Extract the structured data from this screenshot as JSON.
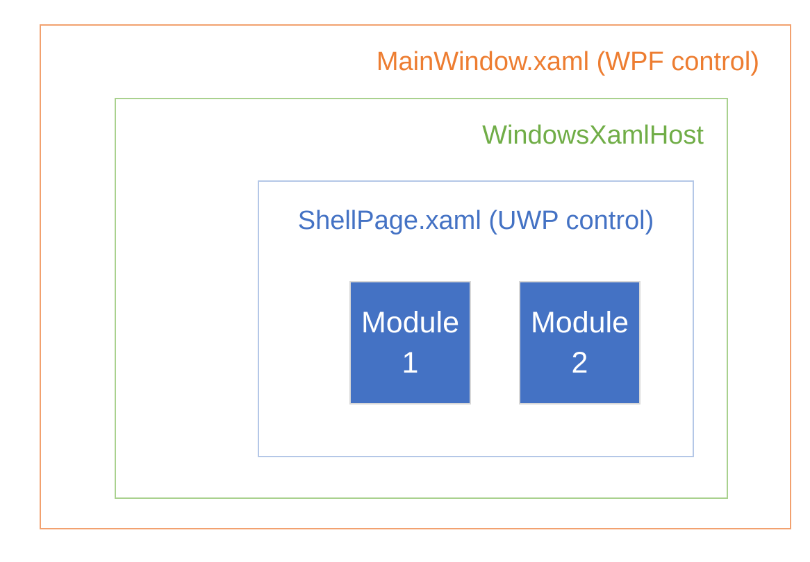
{
  "colors": {
    "canvas-bg": "#FFFFFF",
    "orange-border": "#F2A16F",
    "orange-text": "#ED7D31",
    "green-border": "#A9D18E",
    "green-text": "#70AD47",
    "blue-border": "#B4C7E7",
    "blue-text": "#4472C4",
    "module-fill": "#4472C4",
    "module-border": "#D7D7D7",
    "module-text": "#FFFFFF"
  },
  "diagram": {
    "mainwindow": {
      "label": "MainWindow.xaml (WPF control)"
    },
    "xamlhost": {
      "label": "WindowsXamlHost"
    },
    "shellpage": {
      "label": "ShellPage.xaml (UWP control)"
    },
    "modules": [
      {
        "lines": [
          "Module",
          "1"
        ]
      },
      {
        "lines": [
          "Module",
          "2"
        ]
      }
    ]
  }
}
